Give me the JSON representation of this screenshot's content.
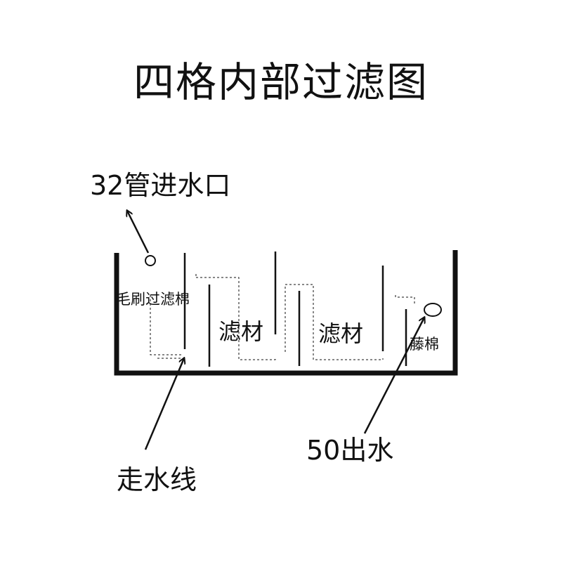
{
  "title": "四格内部过滤图",
  "labels": {
    "inlet": "32管进水口",
    "brush_filter": "毛刷过滤棉",
    "media_1": "滤材",
    "media_2": "滤材",
    "rattan_cotton": "藤棉",
    "outlet": "50出水",
    "water_line": "走水线"
  },
  "colors": {
    "line": "#111111",
    "background": "#ffffff"
  }
}
